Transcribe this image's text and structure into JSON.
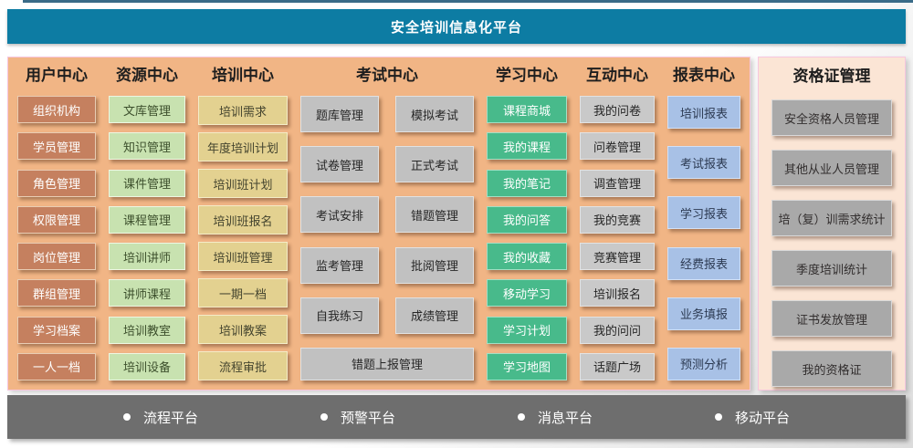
{
  "header": {
    "title": "安全培训信息化平台"
  },
  "columns": [
    {
      "id": "user-center",
      "title": "用户中心",
      "items": [
        "组织机构",
        "学员管理",
        "角色管理",
        "权限管理",
        "岗位管理",
        "群组管理",
        "学习档案",
        "一人一档"
      ]
    },
    {
      "id": "resource-center",
      "title": "资源中心",
      "items": [
        "文库管理",
        "知识管理",
        "课件管理",
        "课程管理",
        "培训讲师",
        "讲师课程",
        "培训教室",
        "培训设备"
      ]
    },
    {
      "id": "training-center",
      "title": "培训中心",
      "items": [
        "培训需求",
        "年度培训计划",
        "培训班计划",
        "培训班报名",
        "培训班管理",
        "一期一档",
        "培训教案",
        "流程审批"
      ]
    },
    {
      "id": "exam-center",
      "title": "考试中心",
      "items_left": [
        "题库管理",
        "试卷管理",
        "考试安排",
        "监考管理",
        "自我练习"
      ],
      "items_right": [
        "模拟考试",
        "正式考试",
        "错题管理",
        "批阅管理",
        "成绩管理"
      ],
      "item_full": "错题上报管理"
    },
    {
      "id": "learning-center",
      "title": "学习中心",
      "items": [
        "课程商城",
        "我的课程",
        "我的笔记",
        "我的问答",
        "我的收藏",
        "移动学习",
        "学习计划",
        "学习地图"
      ]
    },
    {
      "id": "interaction-center",
      "title": "互动中心",
      "items": [
        "我的问卷",
        "问卷管理",
        "调查管理",
        "我的竞赛",
        "竞赛管理",
        "培训报名",
        "我的问问",
        "话题广场"
      ]
    },
    {
      "id": "report-center",
      "title": "报表中心",
      "items": [
        "培训报表",
        "考试报表",
        "学习报表",
        "经费报表",
        "业务填报",
        "预测分析"
      ]
    }
  ],
  "side_panel": {
    "title": "资格证管理",
    "items": [
      "安全资格人员管理",
      "其他从业人员管理",
      "培（复）训需求统计",
      "季度培训统计",
      "证书发放管理",
      "我的资格证"
    ]
  },
  "footer": {
    "items": [
      "流程平台",
      "预警平台",
      "消息平台",
      "移动平台"
    ]
  },
  "colors": {
    "top-edge": "#3a6b88",
    "header-bg": "#0d7ca3",
    "main-panel-bg": "#f1b585",
    "side-panel-bg": "#fbe5d5",
    "panel-border": "#f7c6de",
    "footer-bg": "#6e6e6e",
    "user-btn-bg": "#c5805f",
    "user-btn-text": "#ffffff",
    "resource-btn-bg": "#c8e2b0",
    "resource-btn-text": "#3c4f2c",
    "training-btn-bg": "#e3d190",
    "training-btn-text": "#45452f",
    "exam-btn-bg": "#c1c1c1",
    "exam-btn-text": "#262626",
    "learning-btn-bg": "#48ba8b",
    "learning-btn-text": "#ffffff",
    "interaction-btn-bg": "#c9c9c9",
    "interaction-btn-text": "#262626",
    "report-btn-bg": "#a8c1e6",
    "report-btn-text": "#2c3a52",
    "side-btn-bg": "#a9a9a9",
    "side-btn-text": "#322e2e"
  }
}
